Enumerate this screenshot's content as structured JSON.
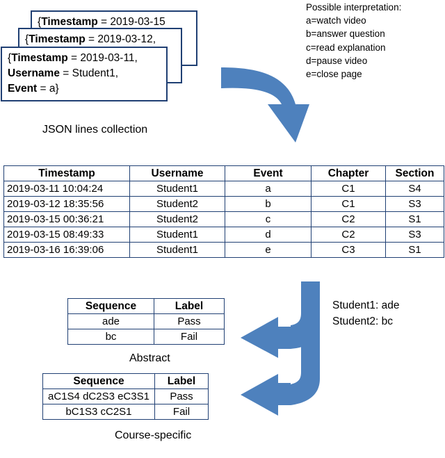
{
  "json_cards": [
    {
      "timestamp_key": "Timestamp",
      "timestamp_value": "2019-03-11,",
      "username_key": "Username",
      "username_value": "Student1,",
      "event_key": "Event",
      "event_value": "a}"
    },
    {
      "timestamp_key": "Timestamp",
      "timestamp_value": "2019-03-12,"
    },
    {
      "timestamp_key": "Timestamp",
      "timestamp_value": "2019-03-15"
    }
  ],
  "json_caption": "JSON lines collection",
  "interpretation": {
    "title": "Possible interpretation:",
    "items": [
      "a=watch video",
      "b=answer question",
      "c=read explanation",
      "d=pause video",
      "e=close page"
    ]
  },
  "main_table": {
    "headers": [
      "Timestamp",
      "Username",
      "Event",
      "Chapter",
      "Section"
    ],
    "rows": [
      [
        "2019-03-11 10:04:24",
        "Student1",
        "a",
        "C1",
        "S4"
      ],
      [
        "2019-03-12 18:35:56",
        "Student2",
        "b",
        "C1",
        "S3"
      ],
      [
        "2019-03-15 00:36:21",
        "Student2",
        "c",
        "C2",
        "S1"
      ],
      [
        "2019-03-15 08:49:33",
        "Student1",
        "d",
        "C2",
        "S3"
      ],
      [
        "2019-03-16 16:39:06",
        "Student1",
        "e",
        "C3",
        "S1"
      ]
    ]
  },
  "students": [
    "Student1: ade",
    "Student2: bc"
  ],
  "abstract_table": {
    "headers": [
      "Sequence",
      "Label"
    ],
    "rows": [
      [
        "ade",
        "Pass"
      ],
      [
        "bc",
        "Fail"
      ]
    ]
  },
  "abstract_caption": "Abstract",
  "course_table": {
    "headers": [
      "Sequence",
      "Label"
    ],
    "rows": [
      [
        "aC1S4 dC2S3 eC3S1",
        "Pass"
      ],
      [
        "bC1S3 cC2S1",
        "Fail"
      ]
    ]
  },
  "course_caption": "Course-specific",
  "colors": {
    "arrow": "#4e81bd",
    "border": "#1f3f73"
  }
}
